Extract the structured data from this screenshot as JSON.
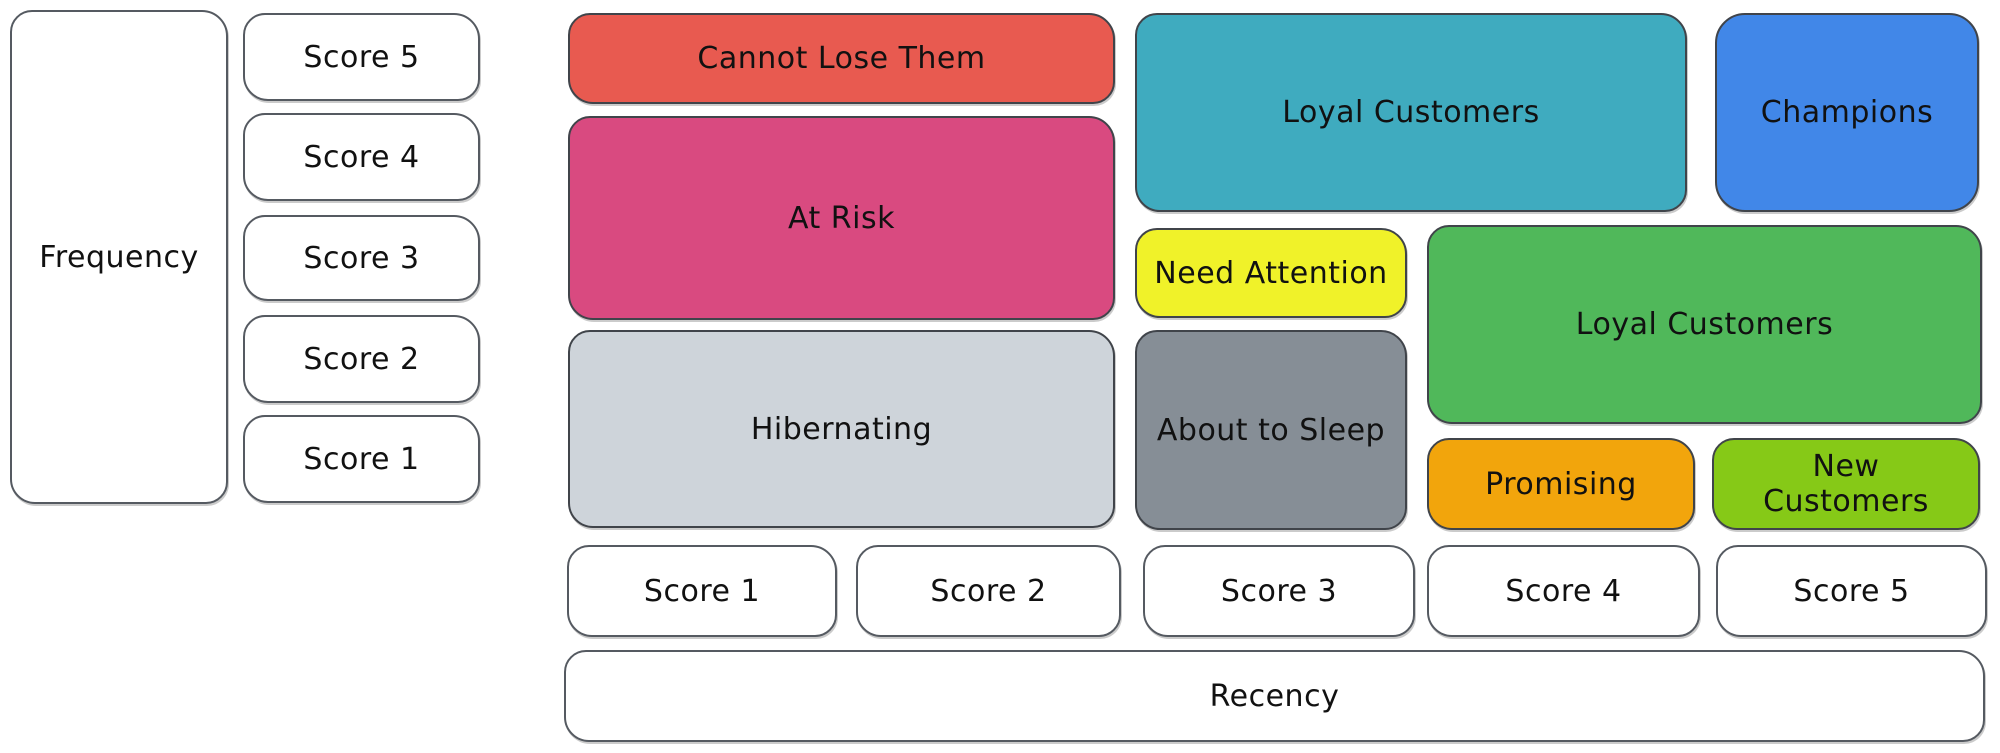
{
  "axes": {
    "frequency_label": "Frequency",
    "recency_label": "Recency",
    "frequency_scores": [
      "Score 5",
      "Score 4",
      "Score 3",
      "Score 2",
      "Score 1"
    ],
    "recency_scores": [
      "Score 1",
      "Score 2",
      "Score 3",
      "Score 4",
      "Score 5"
    ]
  },
  "segments": [
    {
      "id": "cannot-lose-them",
      "label": "Cannot Lose Them",
      "color": "#e85a50",
      "frequency_score": "5",
      "recency_score": "1-2"
    },
    {
      "id": "at-risk",
      "label": "At Risk",
      "color": "#d94a80",
      "frequency_score": "3-4",
      "recency_score": "1-2"
    },
    {
      "id": "hibernating",
      "label": "Hibernating",
      "color": "#ced4da",
      "frequency_score": "1-2",
      "recency_score": "1-2"
    },
    {
      "id": "loyal-customers-upper",
      "label": "Loyal Customers",
      "color": "#3fabbf",
      "frequency_score": "4-5",
      "recency_score": "3-4"
    },
    {
      "id": "champions",
      "label": "Champions",
      "color": "#4187e8",
      "frequency_score": "4-5",
      "recency_score": "5"
    },
    {
      "id": "need-attention",
      "label": "Need Attention",
      "color": "#f0f229",
      "frequency_score": "3",
      "recency_score": "3"
    },
    {
      "id": "about-to-sleep",
      "label": "About to Sleep",
      "color": "#868e96",
      "frequency_score": "1-2",
      "recency_score": "3"
    },
    {
      "id": "loyal-customers-lower",
      "label": "Loyal Customers",
      "color": "#50b85a",
      "frequency_score": "2-3",
      "recency_score": "4-5"
    },
    {
      "id": "promising",
      "label": "Promising",
      "color": "#f2a50c",
      "frequency_score": "1",
      "recency_score": "4"
    },
    {
      "id": "new-customers",
      "label": "New Customers",
      "color": "#86c917",
      "frequency_score": "1",
      "recency_score": "5"
    }
  ],
  "colors": {
    "background": "#ffffff",
    "box_border": "#40444a",
    "text": "#111111"
  }
}
